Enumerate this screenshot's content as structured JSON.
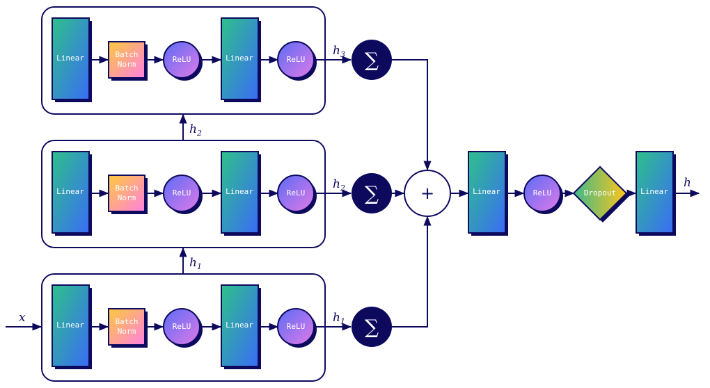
{
  "colors": {
    "stroke": "#0d0a5e",
    "linear_start": "#2ec08a",
    "linear_end": "#3a6cf5",
    "bn_start": "#ffc93c",
    "bn_end": "#ff80e0",
    "relu_start": "#5b6cf5",
    "relu_end": "#e07ae8",
    "dropout_start": "#3fb88a",
    "dropout_end": "#ffc61a"
  },
  "blocks": [
    {
      "layers": [
        "Linear",
        "Batch\nNorm",
        "ReLU",
        "Linear",
        "ReLU"
      ],
      "output": "h",
      "output_sub": "3",
      "sum_symbol": "∑"
    },
    {
      "layers": [
        "Linear",
        "Batch\nNorm",
        "ReLU",
        "Linear",
        "ReLU"
      ],
      "output": "h",
      "output_sub": "2",
      "sum_symbol": "∑"
    },
    {
      "layers": [
        "Linear",
        "Batch\nNorm",
        "ReLU",
        "Linear",
        "ReLU"
      ],
      "output": "h",
      "output_sub": "1",
      "sum_symbol": "∑"
    }
  ],
  "input_label": "x",
  "plus_symbol": "+",
  "head": {
    "layers": [
      "Linear",
      "ReLU",
      "Dropout",
      "Linear"
    ],
    "output": "h"
  }
}
